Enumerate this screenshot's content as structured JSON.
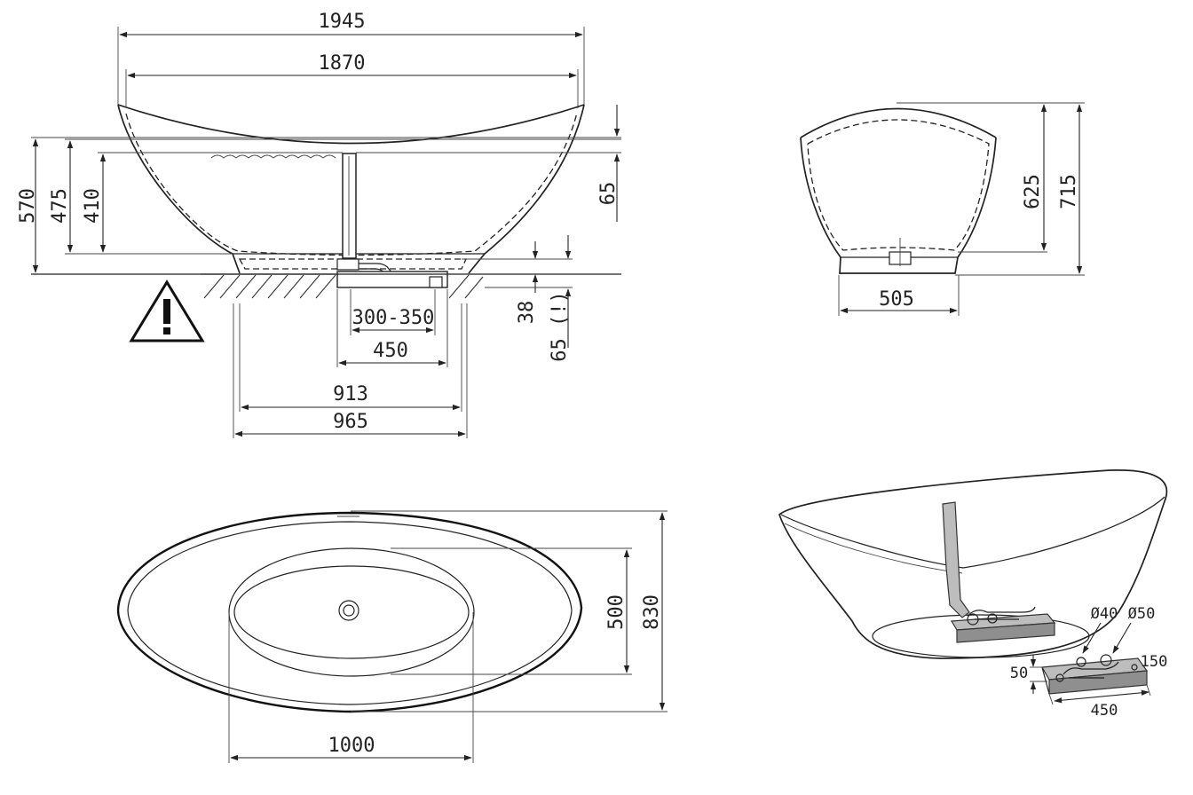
{
  "side_view": {
    "overall_length": "1945",
    "inner_length": "1870",
    "height_570": "570",
    "height_475": "475",
    "height_410": "410",
    "overflow_65": "65",
    "drain_range": "300-350",
    "drain_box": "450",
    "base_913": "913",
    "base_965": "965",
    "recess_38": "38",
    "recess_65": "65 (!)"
  },
  "end_view": {
    "inner_height": "625",
    "overall_height": "715",
    "base_width": "505"
  },
  "top_view": {
    "basin_width": "500",
    "overall_width": "830",
    "basin_length": "1000"
  },
  "iso_view": {
    "pipe_40": "Ø40",
    "pipe_50": "Ø50",
    "box_height": "50",
    "box_depth": "150",
    "box_length": "450"
  }
}
